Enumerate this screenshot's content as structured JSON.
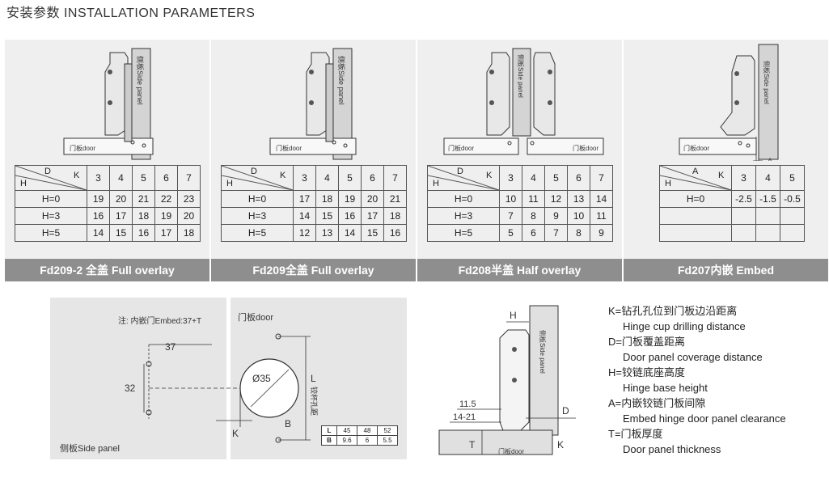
{
  "title": "安装参数  INSTALLATION PARAMETERS",
  "panels": [
    {
      "label": "Fd209-2 全盖 Full overlay",
      "side_text": "侧板Side panel",
      "door_text": "门板door",
      "header_D": "D",
      "header_K": "K",
      "header_H": "H",
      "cols": [
        "3",
        "4",
        "5",
        "6",
        "7"
      ],
      "rows": [
        {
          "h": "H=0",
          "v": [
            "19",
            "20",
            "21",
            "22",
            "23"
          ]
        },
        {
          "h": "H=3",
          "v": [
            "16",
            "17",
            "18",
            "19",
            "20"
          ]
        },
        {
          "h": "H=5",
          "v": [
            "14",
            "15",
            "16",
            "17",
            "18"
          ]
        }
      ]
    },
    {
      "label": "Fd209全盖 Full overlay",
      "side_text": "侧板Side panel",
      "door_text": "门板door",
      "header_D": "D",
      "header_K": "K",
      "header_H": "H",
      "cols": [
        "3",
        "4",
        "5",
        "6",
        "7"
      ],
      "rows": [
        {
          "h": "H=0",
          "v": [
            "17",
            "18",
            "19",
            "20",
            "21"
          ]
        },
        {
          "h": "H=3",
          "v": [
            "14",
            "15",
            "16",
            "17",
            "18"
          ]
        },
        {
          "h": "H=5",
          "v": [
            "12",
            "13",
            "14",
            "15",
            "16"
          ]
        }
      ]
    },
    {
      "label": "Fd208半盖 Half overlay",
      "side_text": "侧板Side panel",
      "door_text": "门板door",
      "header_D": "D",
      "header_K": "K",
      "header_H": "H",
      "cols": [
        "3",
        "4",
        "5",
        "6",
        "7"
      ],
      "rows": [
        {
          "h": "H=0",
          "v": [
            "10",
            "11",
            "12",
            "13",
            "14"
          ]
        },
        {
          "h": "H=3",
          "v": [
            "7",
            "8",
            "9",
            "10",
            "11"
          ]
        },
        {
          "h": "H=5",
          "v": [
            "5",
            "6",
            "7",
            "8",
            "9"
          ]
        }
      ]
    },
    {
      "label": "Fd207内嵌 Embed",
      "side_text": "侧板Side panel",
      "door_text": "门板door",
      "header_D": "A",
      "header_K": "K",
      "header_H": "H",
      "dim_A": "A",
      "cols": [
        "3",
        "4",
        "5"
      ],
      "rows": [
        {
          "h": "H=0",
          "v": [
            "-2.5",
            "-1.5",
            "-0.5"
          ]
        },
        {
          "h": "",
          "v": [
            "",
            "",
            ""
          ]
        },
        {
          "h": "",
          "v": [
            "",
            "",
            ""
          ]
        }
      ]
    }
  ],
  "drilling": {
    "note": "注: 内嵌门Embed:37+T",
    "side_panel": "侧板Side panel",
    "door_panel": "门板door",
    "dim_37": "37",
    "dim_32": "32",
    "dim_35": "Ø35",
    "dim_L": "L",
    "dim_L_cn": "铰杯孔距",
    "dim_K": "K",
    "dim_B": "B",
    "mini_table": {
      "rows": [
        {
          "h": "L",
          "v": [
            "45",
            "48",
            "52"
          ]
        },
        {
          "h": "B",
          "v": [
            "9.6",
            "6",
            "5.5"
          ]
        }
      ]
    }
  },
  "side_view": {
    "dim_H": "H",
    "dim_D": "D",
    "dim_K": "K",
    "dim_T": "T",
    "dim_115": "11.5",
    "dim_1421": "14-21",
    "side_text": "侧板Side panel",
    "door_text": "门板door"
  },
  "legend": [
    {
      "main": "K=钻孔孔位到门板边沿距离",
      "sub": "Hinge cup drilling distance"
    },
    {
      "main": "D=门板覆盖距离",
      "sub": "Door panel coverage distance"
    },
    {
      "main": "H=铰链底座高度",
      "sub": "Hinge base height"
    },
    {
      "main": "A=内嵌铰链门板间隙",
      "sub": "Embed hinge door panel clearance"
    },
    {
      "main": "T=门板厚度",
      "sub": "Door panel thickness"
    }
  ]
}
